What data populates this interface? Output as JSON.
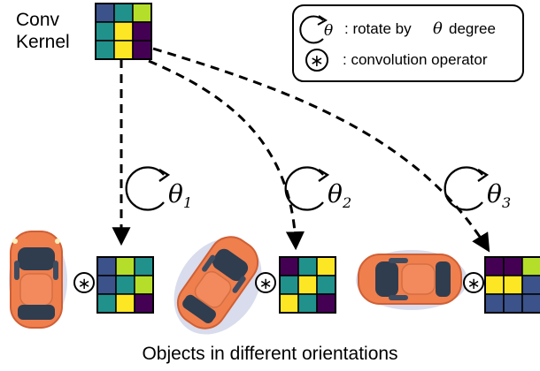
{
  "kernel_label": [
    "Conv",
    "Kernel"
  ],
  "legend": {
    "rotate_symbol": "θ",
    "rotate_text_prefix": ": rotate by",
    "rotate_text_symbol": "θ",
    "rotate_text_suffix": "degree",
    "convolution_symbol": "∗",
    "convolution_text": ": convolution operator"
  },
  "rotation_labels": [
    {
      "symbol": "θ",
      "subscript": "1"
    },
    {
      "symbol": "θ",
      "subscript": "2"
    },
    {
      "symbol": "θ",
      "subscript": "3"
    }
  ],
  "operator_symbol": "∗",
  "caption": "Objects in different orientations",
  "colors": {
    "kernel_palette": [
      "#3b528b",
      "#21918c",
      "#b5de2b",
      "#fde725",
      "#440154"
    ],
    "car_body": "#f07f4e",
    "car_shadow": "#b8bfdc",
    "arrow": "#000000"
  },
  "kernels": [
    {
      "name": "original",
      "cells": [
        [
          0,
          1,
          2
        ],
        [
          1,
          3,
          4
        ],
        [
          1,
          3,
          4
        ]
      ]
    },
    {
      "name": "rotated-1",
      "cells": [
        [
          0,
          2,
          1
        ],
        [
          0,
          1,
          2
        ],
        [
          1,
          3,
          4
        ]
      ]
    },
    {
      "name": "rotated-2",
      "cells": [
        [
          4,
          1,
          3
        ],
        [
          1,
          3,
          1
        ],
        [
          3,
          1,
          4
        ]
      ]
    },
    {
      "name": "rotated-3",
      "cells": [
        [
          4,
          4,
          2
        ],
        [
          3,
          3,
          0
        ],
        [
          0,
          0,
          0
        ]
      ]
    }
  ]
}
